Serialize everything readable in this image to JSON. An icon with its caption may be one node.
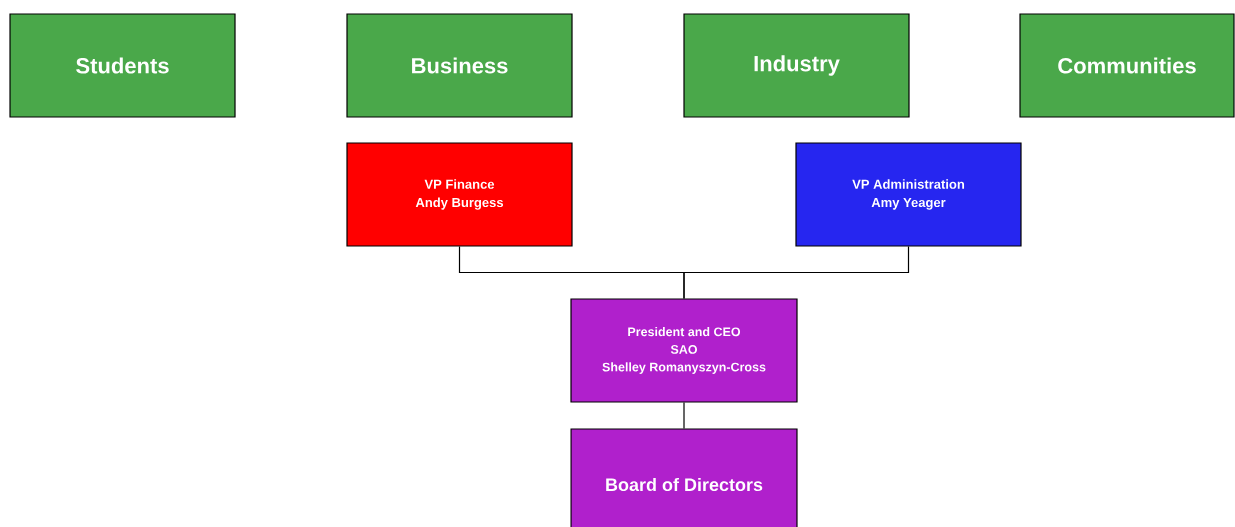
{
  "diagram": {
    "nodes": [
      {
        "text": [
          "Students"
        ]
      },
      {
        "text": [
          "Business"
        ]
      },
      {
        "text": [
          "Industry"
        ]
      },
      {
        "text": [
          "Communities"
        ]
      },
      {
        "text": [
          "VP Finance",
          "Andy Burgess"
        ]
      },
      {
        "text": [
          "VP Administration",
          "Amy Yeager"
        ]
      },
      {
        "text": [
          "President and CEO",
          "SAO",
          "Shelley Romanyszyn-Cross"
        ]
      },
      {
        "text": [
          "Board of Directors"
        ]
      }
    ],
    "edges": [
      {
        "from": 6,
        "to": 4,
        "arrow": "none"
      },
      {
        "from": 6,
        "to": 5,
        "arrow": "none"
      },
      {
        "from": 7,
        "to": 6,
        "arrow": "none"
      }
    ]
  }
}
